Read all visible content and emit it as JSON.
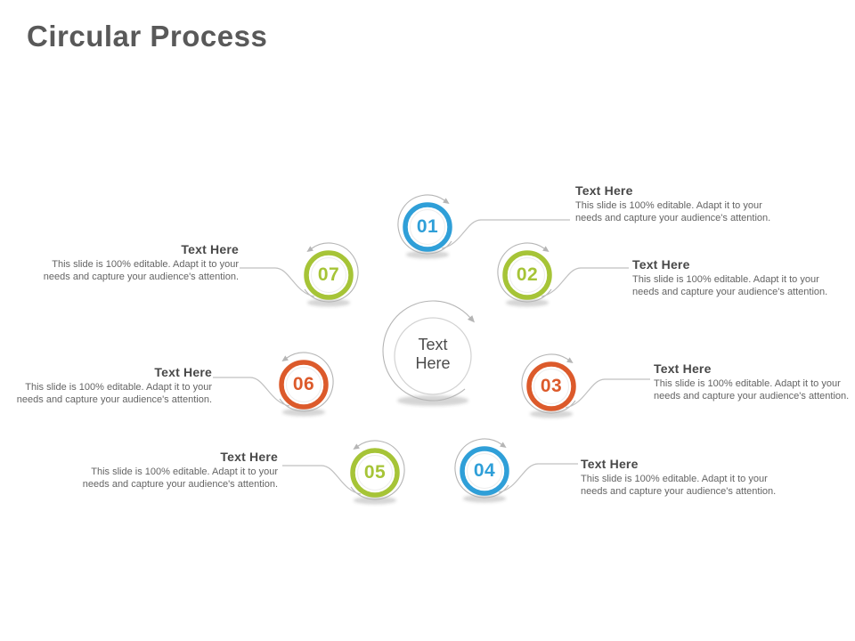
{
  "slide": {
    "title": "Circular Process"
  },
  "center": {
    "label": "Text\nHere"
  },
  "items": [
    {
      "number": "01",
      "color": "#2F9FD8",
      "heading": "Text Here",
      "body": "This slide is 100% editable. Adapt it to your needs and capture your audience's attention."
    },
    {
      "number": "02",
      "color": "#A6C437",
      "heading": "Text Here",
      "body": "This slide is 100% editable. Adapt it to your needs and capture your audience's attention."
    },
    {
      "number": "03",
      "color": "#DC5A2B",
      "heading": "Text Here",
      "body": "This slide is 100% editable. Adapt it to your needs and capture your audience's attention."
    },
    {
      "number": "04",
      "color": "#2F9FD8",
      "heading": "Text Here",
      "body": "This slide is 100% editable. Adapt it to your needs and capture your audience's attention."
    },
    {
      "number": "05",
      "color": "#A6C437",
      "heading": "Text Here",
      "body": "This slide is 100% editable. Adapt it to your needs and capture your audience's attention."
    },
    {
      "number": "06",
      "color": "#DC5A2B",
      "heading": "Text Here",
      "body": "This slide is 100% editable. Adapt it to your needs and capture your audience's attention."
    },
    {
      "number": "07",
      "color": "#A6C437",
      "heading": "Text Here",
      "body": "This slide is 100% editable. Adapt it to your needs and capture your audience's attention."
    }
  ]
}
